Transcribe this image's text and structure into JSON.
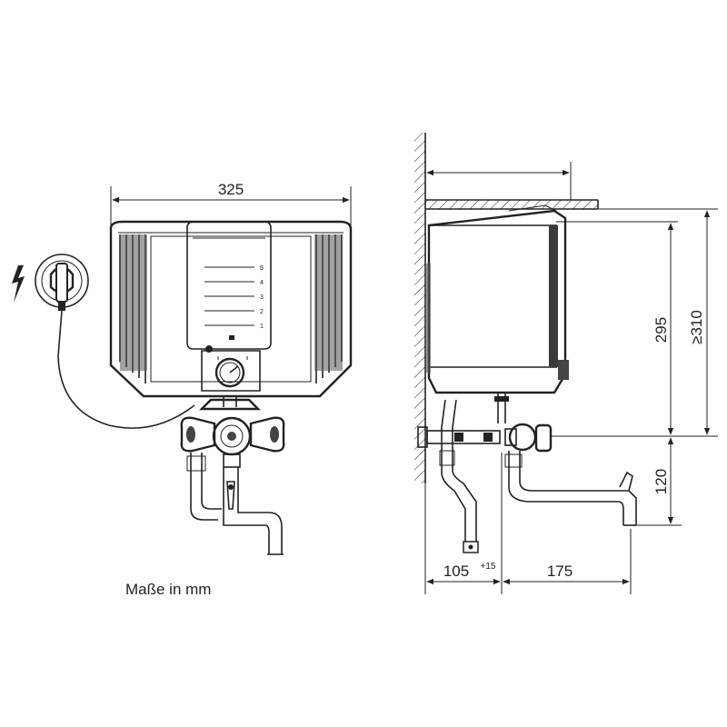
{
  "dimensions": {
    "width_front": "325",
    "height_tank": "295",
    "height_mount_min": "≥310",
    "height_faucet": "120",
    "depth_wall": "105",
    "depth_wall_tolerance": "+15",
    "depth_spout": "175"
  },
  "scale": {
    "marks": [
      "5",
      "4",
      "3",
      "2",
      "1"
    ]
  },
  "caption": "Maße in mm",
  "icons": {
    "power": "lightning-bolt-icon"
  },
  "colors": {
    "line": "#222222",
    "fill_dark": "#3a3a3a",
    "fill_light": "#f4f4f4"
  }
}
